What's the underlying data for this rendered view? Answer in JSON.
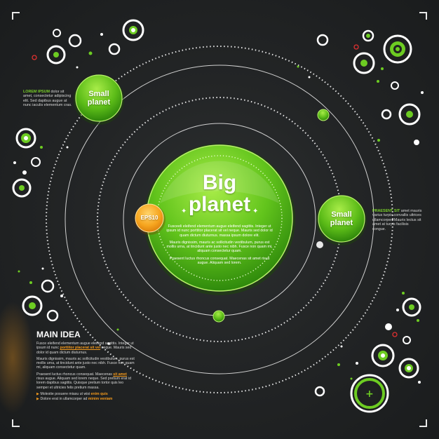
{
  "big_planet": {
    "title_line1": "Big",
    "title_line2": "planet",
    "para1": "Fusceeli eleifend elementum augue eleifend sagittis. Integer ut ipsum id nunc porttitor placerat sit vel neque. Mauris sed dolor id quam dictum diuturnus. massa ipsum dolore elit.",
    "para2": "Mauris dignissim, mauris ac sollicitudin vestibulum, purus est mollis urna, at tincidunt ante justo nec nibh. Fusce non quam mi, aliquam consectetur quam.",
    "para3": "Praesent luctus rhoncus consequat. Maecenas sit amet risus augue. Aliquam sed lorem."
  },
  "badge": {
    "label": "EPS10"
  },
  "small_planet_left": {
    "title_line1": "Small",
    "title_line2": "planet",
    "caption_highlight": "LOREM IPSUM",
    "caption_text": "dolor sit amet, consectetur adipiscing elit. Sed dapibus augue at nunc iaculis elementum cras."
  },
  "small_planet_right": {
    "title_line1": "Small",
    "title_line2": "planet",
    "caption_highlight": "PRAESENT SIT",
    "caption_text": "amet mauris varius turpis convallis ultrices ullamcorper. Mauris lectus sit amet at turpis facilisis congue."
  },
  "main_idea": {
    "heading": "MAIN IDEA",
    "para1_a": "Fusce eleifend elementum augue eleifend sagittis. Integer ut ipsum id nunc ",
    "para1_hl": "porttitor placerat sit vel",
    "para1_b": " neque. Mauris sed dolor id quam dictum diuturnus.",
    "para2": "Mauris dignissim, mauris ac sollicitudin vestibulum, purus est mollis urna, at tincidunt ante justo nec nibh. Fusce non quam mi, aliquam consectetur quam.",
    "para3_a": "Praesent luctus rhoncus consequat. Maecenas ",
    "para3_hl": "sit amet",
    "para3_b": " risus augue. Aliquam sed lorem neque. Sed pretium erat id lorem dapibus sagittis. Quisque pretium tortor quis leo semper et ultricies felis pretium massa.",
    "bullet1_a": "Molestie posuere miasu ut wisi ",
    "bullet1_hl": "enim quis",
    "bullet2_a": "Dolore erat in ullamcorper ad ",
    "bullet2_hl": "minim veniam"
  },
  "colors": {
    "background": "#1f2122",
    "planet_green": "#5cc01a",
    "planet_light": "#9be23e",
    "accent_orange": "#f49a1c",
    "text_highlight": "#7ad02a"
  }
}
